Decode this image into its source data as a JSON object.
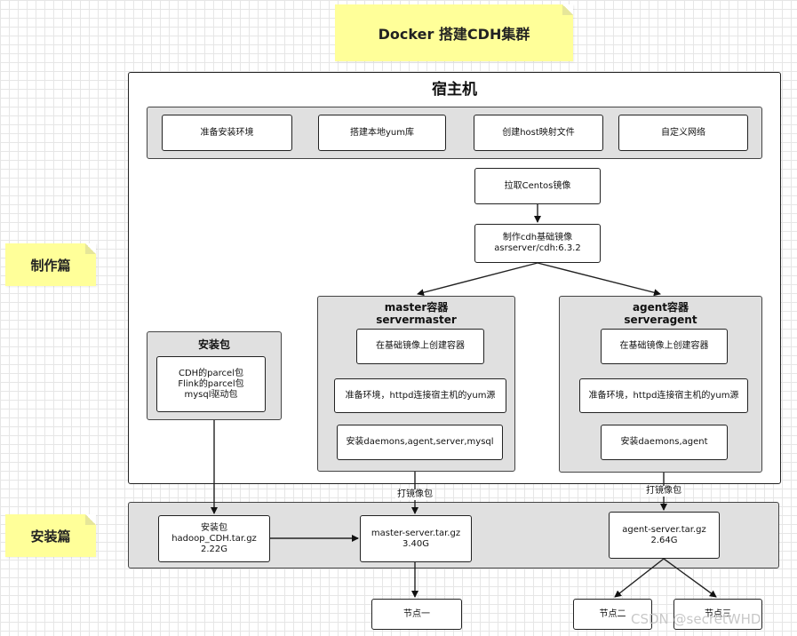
{
  "title": "Docker 搭建CDH集群",
  "sections": {
    "make": "制作篇",
    "install": "安装篇"
  },
  "host": {
    "title": "宿主机",
    "prep_steps": [
      "准备安装环境",
      "搭建本地yum库",
      "创建host映射文件",
      "自定义网络"
    ],
    "pull_image": "拉取Centos镜像",
    "base_image": {
      "line1": "制作cdh基础镜像",
      "line2": "asrserver/cdh:6.3.2"
    }
  },
  "package_group": {
    "title": "安装包",
    "items": [
      "CDH的parcel包",
      "Flink的parcel包",
      "mysql驱动包"
    ]
  },
  "master": {
    "title1": "master容器",
    "title2": "servermaster",
    "steps": [
      "在基础镜像上创建容器",
      "准备环境，httpd连接宿主机的yum源",
      "安装daemons,agent,server,mysql"
    ]
  },
  "agent": {
    "title1": "agent容器",
    "title2": "serveragent",
    "steps": [
      "在基础镜像上创建容器",
      "准备环境，httpd连接宿主机的yum源",
      "安装daemons,agent"
    ]
  },
  "edge_labels": {
    "pack_master": "打镜像包",
    "pack_agent": "打镜像包"
  },
  "install": {
    "pkg": {
      "line1": "安装包",
      "line2": "hadoop_CDH.tar.gz",
      "line3": "2.22G"
    },
    "master_tar": {
      "line1": "master-server.tar.gz",
      "line2": "3.40G"
    },
    "agent_tar": {
      "line1": "agent-server.tar.gz",
      "line2": "2.64G"
    }
  },
  "nodes": [
    "节点一",
    "节点二",
    "节点三"
  ],
  "watermark": "CSDN @secretWHD",
  "colors": {
    "note": "#ffff99",
    "group_fill": "#e0e0e0",
    "stroke": "#222222"
  }
}
